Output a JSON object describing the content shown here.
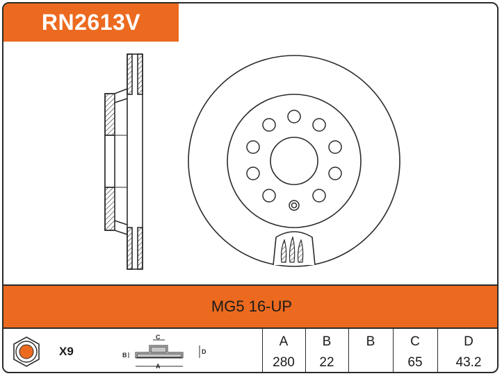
{
  "part_number": "RN2613V",
  "application": "MG5 16-UP",
  "quantity": "X9",
  "diagram_labels": {
    "a": "A",
    "b": "B",
    "c": "C",
    "d": "D"
  },
  "specs": [
    {
      "label": "A",
      "value": "280"
    },
    {
      "label": "B",
      "value": "22"
    },
    {
      "label": "B",
      "value": ""
    },
    {
      "label": "C",
      "value": "65"
    },
    {
      "label": "D",
      "value": "43.2"
    }
  ],
  "colors": {
    "accent": "#ec6a1f",
    "line": "#2a2a2a"
  }
}
